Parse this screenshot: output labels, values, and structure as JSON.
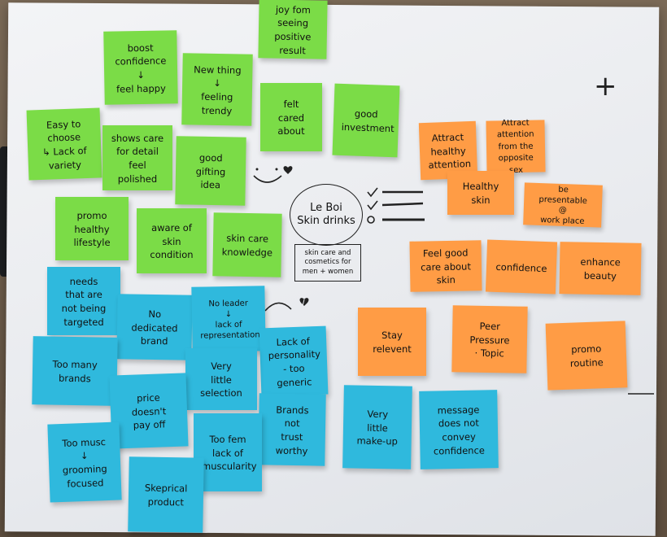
{
  "center": {
    "title_line1": "Le Boi",
    "title_line2": "Skin drinks",
    "box_text": "skin care and\ncosmetics for\nmen + women",
    "plus_sign": "+"
  },
  "notes": [
    {
      "id": "boost-confidence",
      "color": "green",
      "text": "boost\nconfidence\n↓\nfeel happy"
    },
    {
      "id": "joy-seeing",
      "color": "green",
      "text": "joy fom\nseeing\npositive\nresult"
    },
    {
      "id": "new-thing",
      "color": "green",
      "text": "New thing\n↓\nfeeling\ntrendy"
    },
    {
      "id": "felt-cared",
      "color": "green",
      "text": "felt\ncared\nabout"
    },
    {
      "id": "good-investment",
      "color": "green",
      "text": "good\ninvestment"
    },
    {
      "id": "easy-to-choose",
      "color": "green",
      "text": "Easy to\nchoose\n↳ Lack of\nvariety"
    },
    {
      "id": "shows-care",
      "color": "green",
      "text": "shows care\nfor detail\nfeel polished"
    },
    {
      "id": "good-gifting",
      "color": "green",
      "text": "good gifting\nidea"
    },
    {
      "id": "promo-healthy",
      "color": "green",
      "text": "promo\nhealthy\nlifestyle"
    },
    {
      "id": "aware-skin",
      "color": "green",
      "text": "aware of\nskin\ncondition"
    },
    {
      "id": "skin-care-knowledge",
      "color": "green",
      "text": "skin care\nknowledge"
    },
    {
      "id": "attract-healthy",
      "color": "orange",
      "text": "Attract\nhealthy\nattention"
    },
    {
      "id": "attract-opposite",
      "color": "orange",
      "text": "Attract\nattention\nfrom the\nopposite sex"
    },
    {
      "id": "healthy-skin",
      "color": "orange",
      "text": "Healthy\nskin"
    },
    {
      "id": "be-presentable",
      "color": "orange",
      "text": "be\npresentable\n@\nwork place"
    },
    {
      "id": "feel-good-skin",
      "color": "orange",
      "text": "Feel good\ncare about\nskin"
    },
    {
      "id": "confidence",
      "color": "orange",
      "text": "confidence"
    },
    {
      "id": "enhance-beauty",
      "color": "orange",
      "text": "enhance\nbeauty"
    },
    {
      "id": "stay-relevant",
      "color": "orange",
      "text": "Stay\nrelevent"
    },
    {
      "id": "peer-pressure",
      "color": "orange",
      "text": "Peer\nPressure\n· Topic"
    },
    {
      "id": "promo-routine",
      "color": "orange",
      "text": "promo\nroutine"
    },
    {
      "id": "needs-not-targeted",
      "color": "blue",
      "text": "needs\nthat are\nnot being\ntargeted"
    },
    {
      "id": "no-dedicated-brand",
      "color": "blue",
      "text": "No dedicated\nbrand"
    },
    {
      "id": "no-leader",
      "color": "blue",
      "text": "No leader\n↓\nlack of\nrepresentation"
    },
    {
      "id": "lack-personality",
      "color": "blue",
      "text": "Lack of\npersonality\n- too\ngeneric"
    },
    {
      "id": "too-many-brands",
      "color": "blue",
      "text": "Too many\nbrands"
    },
    {
      "id": "very-little-selection",
      "color": "blue",
      "text": "Very\nlittle selection"
    },
    {
      "id": "price-doesnt-pay",
      "color": "blue",
      "text": "price\ndoesn't\npay off"
    },
    {
      "id": "brands-not-trust",
      "color": "blue",
      "text": "Brands\nnot\ntrust\nworthy"
    },
    {
      "id": "very-little-makeup",
      "color": "blue",
      "text": "Very\nlittle\nmake-up"
    },
    {
      "id": "message-not-convey",
      "color": "blue",
      "text": "message\ndoes not\nconvey\nconfidence"
    },
    {
      "id": "too-musc",
      "color": "blue",
      "text": "Too musc\n↓\ngrooming\nfocused"
    },
    {
      "id": "too-fem",
      "color": "blue",
      "text": "Too fem\nlack of\nmuscularity"
    },
    {
      "id": "skeptical-product",
      "color": "blue",
      "text": "Skeprical\nproduct"
    }
  ]
}
